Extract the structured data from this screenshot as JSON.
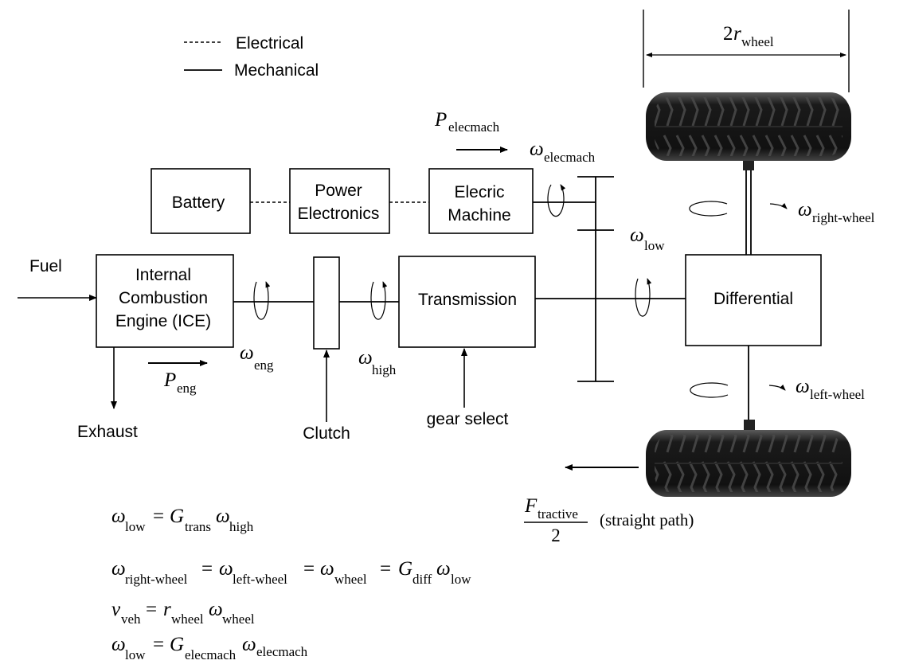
{
  "legend": {
    "electrical": "Electrical",
    "mechanical": "Mechanical"
  },
  "blocks": {
    "battery": "Battery",
    "power_electronics": [
      "Power",
      "Electronics"
    ],
    "electric_machine": [
      "Elecric",
      "Machine"
    ],
    "ice": [
      "Internal",
      "Combustion",
      "Engine (ICE)"
    ],
    "transmission": "Transmission",
    "differential": "Differential"
  },
  "labels": {
    "fuel": "Fuel",
    "exhaust": "Exhaust",
    "clutch": "Clutch",
    "gear_select": "gear select",
    "straight_path": "(straight path)"
  },
  "symbols": {
    "omega": "ω",
    "P": "P",
    "F": "F",
    "r": "r",
    "G": "G",
    "v": "v",
    "two": "2",
    "equals": "="
  },
  "subscripts": {
    "eng": "eng",
    "high": "high",
    "low": "low",
    "elecmach": "elecmach",
    "right_wheel": "right-wheel",
    "left_wheel": "left-wheel",
    "wheel": "wheel",
    "tractive": "tractive",
    "trans": "trans",
    "diff": "diff",
    "veh": "veh"
  },
  "colors": {
    "line": "#000000",
    "tire": "#161616",
    "tread": "#3a3a3a"
  }
}
